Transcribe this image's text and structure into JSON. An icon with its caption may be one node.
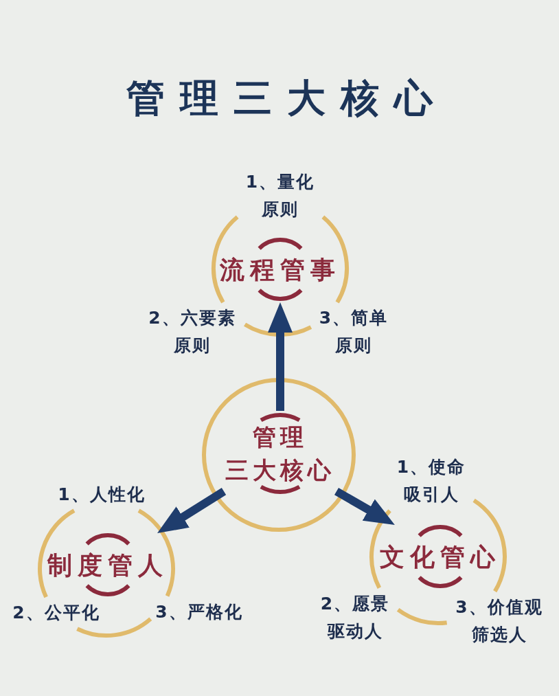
{
  "diagram": {
    "title": "管理三大核心",
    "nodes": [
      {
        "text": [
          "1、量化原则",
          "2、六要素原则",
          "3、简单原则"
        ]
      },
      {
        "text": [
          "流程管事"
        ],
        "in": 0
      },
      {
        "text": [],
        "shape": "circle"
      },
      {
        "text": [
          "管理三大核心"
        ],
        "in": 2
      },
      {
        "text": [
          "1、人性化",
          "2、公平化",
          "3、严格化"
        ]
      },
      {
        "text": [
          "制度管人"
        ],
        "in": 4
      },
      {
        "text": [
          "1、使命吸引人",
          "2、愿景驱动人",
          "3、价值观筛选人"
        ]
      },
      {
        "text": [
          "文化管心"
        ],
        "in": 6
      }
    ],
    "edges": [
      {
        "from": 3,
        "to": 1,
        "arrow": "to"
      },
      {
        "from": 3,
        "to": 5,
        "arrow": "to"
      },
      {
        "from": 3,
        "to": 7,
        "arrow": "to"
      }
    ]
  }
}
